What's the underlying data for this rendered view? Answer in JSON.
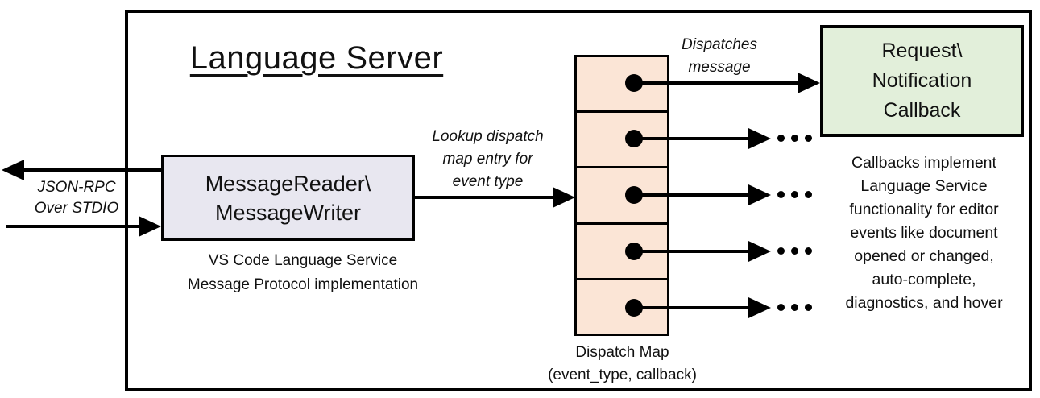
{
  "colors": {
    "reader_fill": "#e8e7f0",
    "map_fill": "#fbe5d6",
    "callback_fill": "#e2efda",
    "line": "#000000"
  },
  "title": "Language Server",
  "stdio_label": {
    "line1": "JSON-RPC",
    "line2": "Over STDIO"
  },
  "reader_box": {
    "line1": "MessageReader\\",
    "line2": "MessageWriter"
  },
  "reader_caption": {
    "line1": "VS Code Language Service",
    "line2": "Message Protocol implementation"
  },
  "lookup_label": {
    "line1": "Lookup dispatch",
    "line2": "map entry for",
    "line3": "event type"
  },
  "dispatch_label": {
    "line1": "Dispatches",
    "line2": "message"
  },
  "callback_box": {
    "line1": "Request\\",
    "line2": "Notification",
    "line3": "Callback"
  },
  "map_caption": {
    "line1": "Dispatch Map",
    "line2": "(event_type, callback)"
  },
  "callbacks_text": {
    "line1": "Callbacks implement",
    "line2": "Language Service",
    "line3": "functionality for editor",
    "line4": "events like document",
    "line5": "opened or changed,",
    "line6": "auto-complete,",
    "line7": "diagnostics, and hover"
  }
}
